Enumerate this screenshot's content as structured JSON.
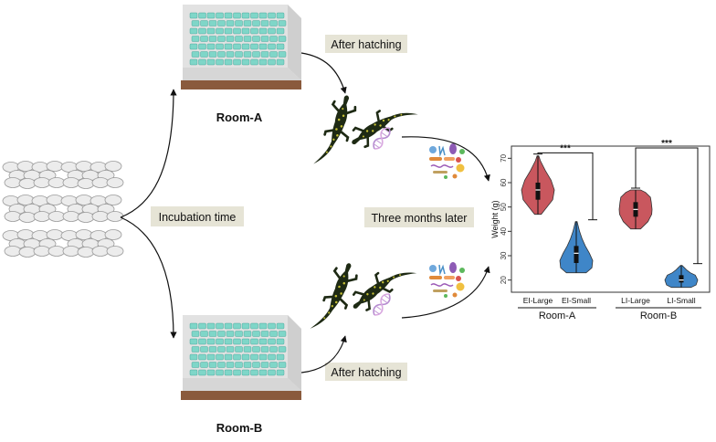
{
  "rooms": {
    "a": {
      "label": "Room-A"
    },
    "b": {
      "label": "Room-B"
    }
  },
  "labels": {
    "incubation": "Incubation time",
    "hatch_a": "After hatching",
    "hatch_b": "After hatching",
    "three_months": "Three months later"
  },
  "colors": {
    "label_bg": "#e6e4d6",
    "cell": "#7fd6c8",
    "floor": "#8a5a3c",
    "red_violin": "#c9575e",
    "blue_violin": "#3f86c8"
  },
  "chart_data": {
    "type": "violin",
    "ylabel": "Weight (g)",
    "ylim": [
      15,
      75
    ],
    "yticks": [
      20,
      30,
      40,
      50,
      60,
      70
    ],
    "categories": [
      "EI-Large",
      "EI-Small",
      "LI-Large",
      "LI-Small"
    ],
    "groups": [
      {
        "label": "Room-A",
        "categories": [
          "EI-Large",
          "EI-Small"
        ]
      },
      {
        "label": "Room-B",
        "categories": [
          "LI-Large",
          "LI-Small"
        ]
      }
    ],
    "series": [
      {
        "category": "EI-Large",
        "color": "#c9575e",
        "min": 47,
        "q1": 53,
        "median": 57,
        "q3": 60,
        "max": 71,
        "profile": [
          [
            47,
            0.2
          ],
          [
            50,
            0.55
          ],
          [
            53,
            0.9
          ],
          [
            57,
            1.0
          ],
          [
            61,
            0.8
          ],
          [
            65,
            0.45
          ],
          [
            69,
            0.15
          ],
          [
            71,
            0.05
          ]
        ]
      },
      {
        "category": "EI-Small",
        "color": "#3f86c8",
        "min": 23,
        "q1": 27,
        "median": 31,
        "q3": 34,
        "max": 44,
        "profile": [
          [
            23,
            0.6
          ],
          [
            25,
            0.95
          ],
          [
            28,
            1.0
          ],
          [
            31,
            0.8
          ],
          [
            34,
            0.55
          ],
          [
            37,
            0.35
          ],
          [
            40,
            0.2
          ],
          [
            44,
            0.05
          ]
        ]
      },
      {
        "category": "LI-Large",
        "color": "#c9575e",
        "min": 41,
        "q1": 46,
        "median": 49,
        "q3": 52,
        "max": 57,
        "profile": [
          [
            41,
            0.3
          ],
          [
            44,
            0.75
          ],
          [
            47,
            0.98
          ],
          [
            49,
            1.0
          ],
          [
            52,
            0.95
          ],
          [
            54,
            0.9
          ],
          [
            56,
            0.6
          ],
          [
            57,
            0.3
          ]
        ]
      },
      {
        "category": "LI-Small",
        "color": "#3f86c8",
        "min": 17,
        "q1": 19,
        "median": 20,
        "q3": 22,
        "max": 26,
        "profile": [
          [
            17,
            0.6
          ],
          [
            18,
            0.9
          ],
          [
            20,
            1.0
          ],
          [
            22,
            0.85
          ],
          [
            23,
            0.55
          ],
          [
            24,
            0.35
          ],
          [
            25,
            0.2
          ],
          [
            26,
            0.05
          ]
        ]
      }
    ],
    "significance": [
      {
        "pair": [
          "EI-Large",
          "EI-Small"
        ],
        "label": "***"
      },
      {
        "pair": [
          "LI-Large",
          "LI-Small"
        ],
        "label": "***"
      }
    ]
  }
}
